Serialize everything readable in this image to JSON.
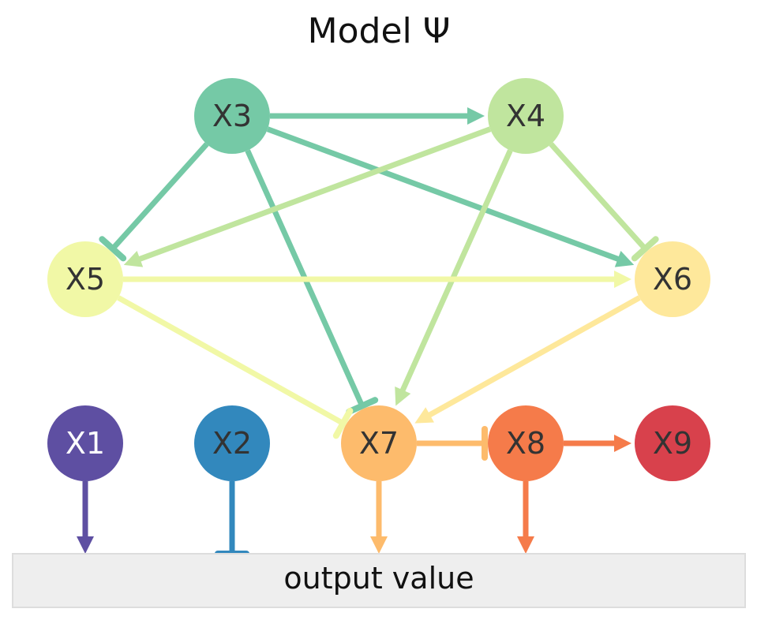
{
  "title": "Model Ψ",
  "output_label": "output value",
  "nodes": [
    {
      "id": "X1",
      "label": "X1",
      "color": "#5e4fa2",
      "text_color": "#ffffff"
    },
    {
      "id": "X2",
      "label": "X2",
      "color": "#3288bd",
      "text_color": "#333333"
    },
    {
      "id": "X3",
      "label": "X3",
      "color": "#75c9a6",
      "text_color": "#333333"
    },
    {
      "id": "X4",
      "label": "X4",
      "color": "#c0e59e",
      "text_color": "#333333"
    },
    {
      "id": "X5",
      "label": "X5",
      "color": "#f1f8a6",
      "text_color": "#333333"
    },
    {
      "id": "X6",
      "label": "X6",
      "color": "#fee89b",
      "text_color": "#333333"
    },
    {
      "id": "X7",
      "label": "X7",
      "color": "#fdbb6c",
      "text_color": "#333333"
    },
    {
      "id": "X8",
      "label": "X8",
      "color": "#f57b4a",
      "text_color": "#333333"
    },
    {
      "id": "X9",
      "label": "X9",
      "color": "#d8414c",
      "text_color": "#333333"
    }
  ],
  "edges": [
    {
      "from": "X3",
      "to": "X4",
      "type": "activate"
    },
    {
      "from": "X3",
      "to": "X6",
      "type": "activate"
    },
    {
      "from": "X3",
      "to": "X5",
      "type": "inhibit"
    },
    {
      "from": "X3",
      "to": "X7",
      "type": "inhibit"
    },
    {
      "from": "X4",
      "to": "X5",
      "type": "activate"
    },
    {
      "from": "X4",
      "to": "X7",
      "type": "activate"
    },
    {
      "from": "X4",
      "to": "X6",
      "type": "inhibit"
    },
    {
      "from": "X5",
      "to": "X6",
      "type": "activate"
    },
    {
      "from": "X5",
      "to": "X7",
      "type": "inhibit"
    },
    {
      "from": "X6",
      "to": "X7",
      "type": "activate"
    },
    {
      "from": "X7",
      "to": "X8",
      "type": "inhibit"
    },
    {
      "from": "X8",
      "to": "X9",
      "type": "activate"
    },
    {
      "from": "X1",
      "to": "output",
      "type": "activate"
    },
    {
      "from": "X2",
      "to": "output",
      "type": "inhibit"
    },
    {
      "from": "X7",
      "to": "output",
      "type": "activate"
    },
    {
      "from": "X8",
      "to": "output",
      "type": "activate"
    }
  ]
}
